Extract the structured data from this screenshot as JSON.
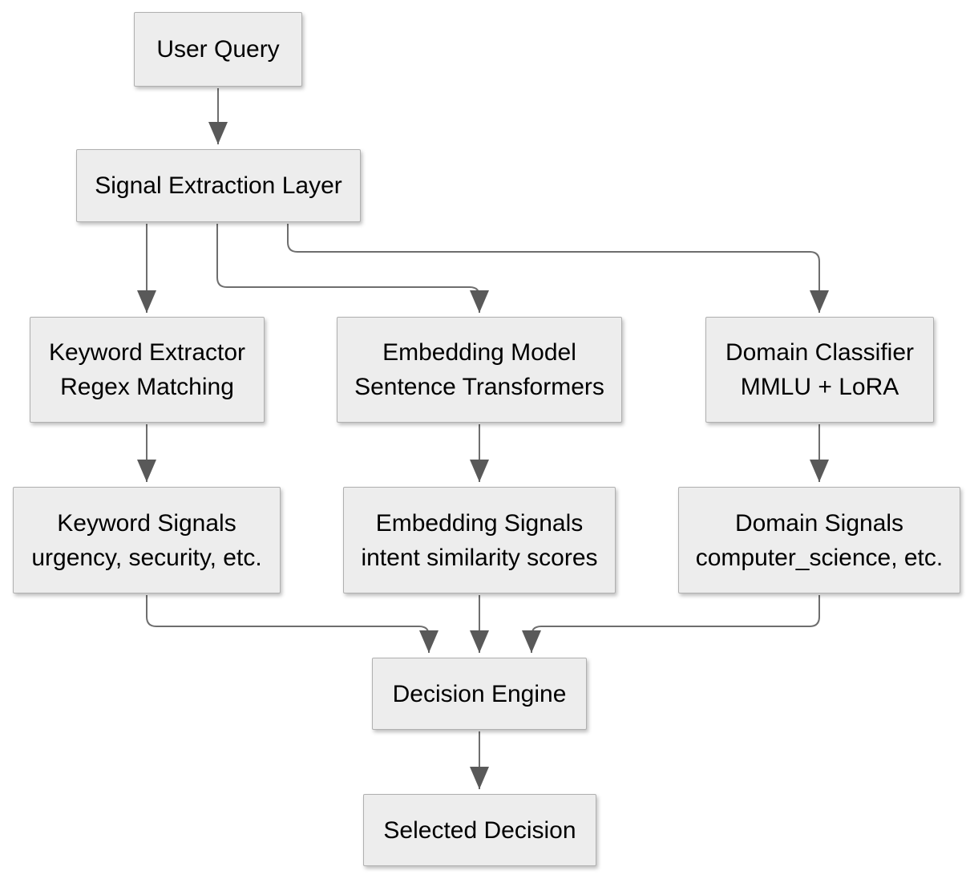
{
  "diagram": {
    "type": "flowchart",
    "direction": "top-down",
    "nodes": {
      "user_query": {
        "line1": "User Query"
      },
      "signal_extraction": {
        "line1": "Signal Extraction Layer"
      },
      "keyword_extractor": {
        "line1": "Keyword Extractor",
        "line2": "Regex Matching"
      },
      "embedding_model": {
        "line1": "Embedding Model",
        "line2": "Sentence Transformers"
      },
      "domain_classifier": {
        "line1": "Domain Classifier",
        "line2": "MMLU + LoRA"
      },
      "keyword_signals": {
        "line1": "Keyword Signals",
        "line2": "urgency, security, etc."
      },
      "embedding_signals": {
        "line1": "Embedding Signals",
        "line2": "intent similarity scores"
      },
      "domain_signals": {
        "line1": "Domain Signals",
        "line2": "computer_science, etc."
      },
      "decision_engine": {
        "line1": "Decision Engine"
      },
      "selected_decision": {
        "line1": "Selected Decision"
      }
    },
    "edges": [
      {
        "from": "user_query",
        "to": "signal_extraction"
      },
      {
        "from": "signal_extraction",
        "to": "keyword_extractor"
      },
      {
        "from": "signal_extraction",
        "to": "embedding_model"
      },
      {
        "from": "signal_extraction",
        "to": "domain_classifier"
      },
      {
        "from": "keyword_extractor",
        "to": "keyword_signals"
      },
      {
        "from": "embedding_model",
        "to": "embedding_signals"
      },
      {
        "from": "domain_classifier",
        "to": "domain_signals"
      },
      {
        "from": "keyword_signals",
        "to": "decision_engine"
      },
      {
        "from": "embedding_signals",
        "to": "decision_engine"
      },
      {
        "from": "domain_signals",
        "to": "decision_engine"
      },
      {
        "from": "decision_engine",
        "to": "selected_decision"
      }
    ],
    "colors": {
      "background": "#ffffff",
      "node_fill": "#ededed",
      "node_border": "#b0b0b0",
      "edge_stroke": "#6e6e6e",
      "arrowhead_fill": "#595959",
      "text": "#000000"
    }
  }
}
